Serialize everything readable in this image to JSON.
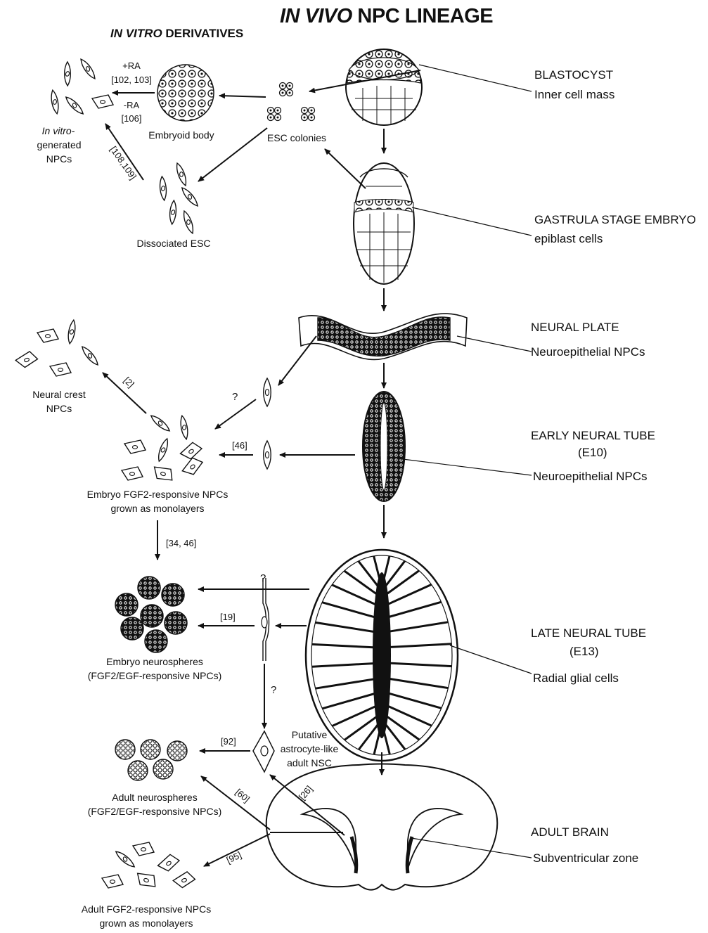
{
  "title": {
    "em": "IN VIVO",
    "rest": " NPC LINEAGE"
  },
  "subtitle": {
    "em": "IN VITRO",
    "rest": " DERIVATIVES"
  },
  "stages": {
    "blastocyst": {
      "title": "BLASTOCYST",
      "sub": "Inner cell mass"
    },
    "gastrula": {
      "title": "GASTRULA STAGE EMBRYO",
      "sub": "epiblast cells"
    },
    "neural_plate": {
      "title": "NEURAL PLATE",
      "sub": "Neuroepithelial NPCs"
    },
    "early_tube": {
      "title": "EARLY NEURAL TUBE",
      "stage": "(E10)",
      "sub": "Neuroepithelial NPCs"
    },
    "late_tube": {
      "title": "LATE NEURAL TUBE",
      "stage": "(E13)",
      "sub": "Radial glial cells"
    },
    "adult_brain": {
      "title": "ADULT BRAIN",
      "sub": "Subventricular zone"
    }
  },
  "derivatives": {
    "esc_colonies": "ESC colonies",
    "embryoid_body": "Embryoid body",
    "in_vitro_npcs": [
      "In vitro-",
      "generated",
      "NPCs"
    ],
    "dissociated_esc": "Dissociated ESC",
    "ra_plus": "+RA",
    "ra_plus_refs": "[102, 103]",
    "ra_minus": "-RA",
    "ra_minus_refs": "[106]",
    "dissociated_refs": "[108,109]",
    "neural_crest": [
      "Neural crest",
      "NPCs"
    ],
    "neural_crest_ref": "[2]",
    "embryo_fgf2": [
      "Embryo FGF2-responsive NPCs",
      "grown as monolayers"
    ],
    "ref_46": "[46]",
    "ref_34_46": "[34, 46]",
    "embryo_spheres": [
      "Embryo neurospheres",
      "(FGF2/EGF-responsive NPCs)"
    ],
    "ref_19": "[19]",
    "putative_nsc": [
      "Putative",
      "astrocyte-like",
      "adult NSC"
    ],
    "ref_92": "[92]",
    "adult_spheres": [
      "Adult neurospheres",
      "(FGF2/EGF-responsive NPCs)"
    ],
    "ref_60": "[60]",
    "ref_26": "[26]",
    "ref_95": "[95]",
    "adult_fgf2": [
      "Adult FGF2-responsive NPCs",
      "grown as monolayers"
    ],
    "unknown": "?"
  },
  "colors": {
    "ink": "#111111",
    "background": "#ffffff"
  }
}
